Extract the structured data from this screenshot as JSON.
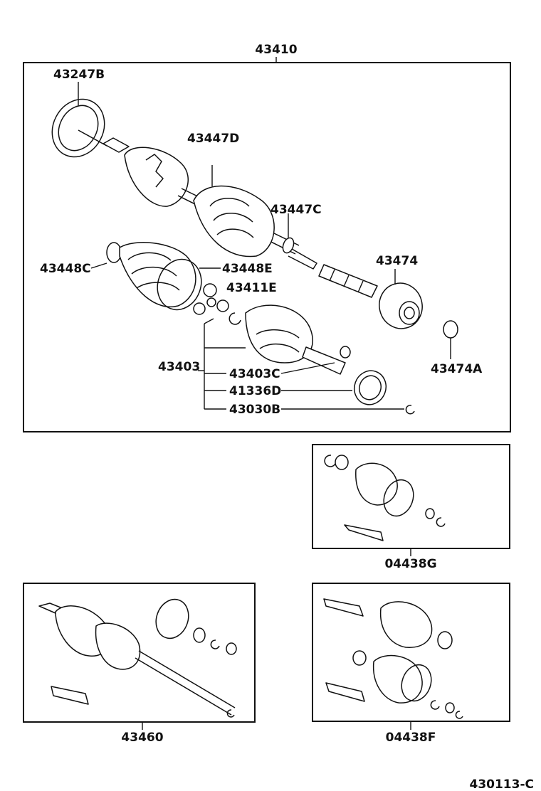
{
  "labels": {
    "assembly": "43410",
    "p_43247B": "43247B",
    "p_43447D": "43447D",
    "p_43447C": "43447C",
    "p_43474": "43474",
    "p_43448C": "43448C",
    "p_43448E": "43448E",
    "p_43411E": "43411E",
    "p_43474A": "43474A",
    "p_43403": "43403",
    "p_43403C": "43403C",
    "p_41336D": "41336D",
    "p_43030B": "43030B",
    "kit_04438G": "04438G",
    "kit_43460": "43460",
    "kit_04438F": "04438F",
    "figure_id": "430113-C"
  }
}
